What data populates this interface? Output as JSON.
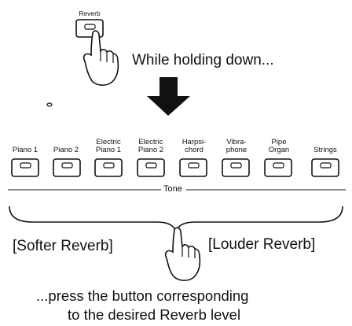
{
  "reverb": {
    "label": "Reverb"
  },
  "instruction_top": "While holding down...",
  "tone_buttons": [
    {
      "label": "Piano 1"
    },
    {
      "label": "Piano 2"
    },
    {
      "label": "Electric\nPiano 1"
    },
    {
      "label": "Electric\nPiano 2"
    },
    {
      "label": "Harpsi-\nchord"
    },
    {
      "label": "Vibra-\nphone"
    },
    {
      "label": "Pipe\nOrgan"
    },
    {
      "label": "Strings"
    }
  ],
  "tone_group_label": "Tone",
  "softer_label": "[Softer Reverb]",
  "louder_label": "[Louder Reverb]",
  "instruction_bottom": {
    "line1": "...press the button corresponding",
    "line2": "to the desired Reverb level"
  }
}
